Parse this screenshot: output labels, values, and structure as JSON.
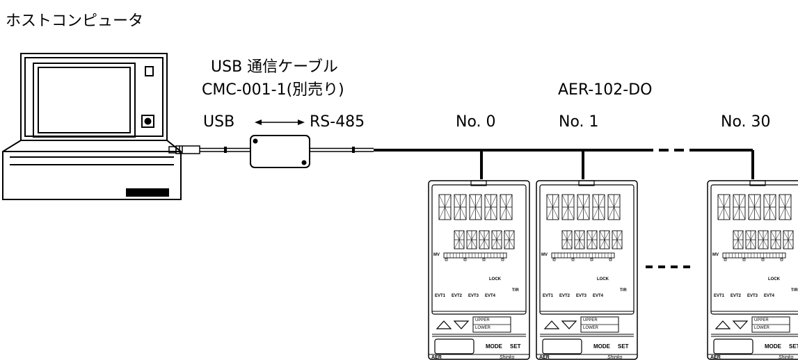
{
  "host_label": "ホストコンピュータ",
  "cable": {
    "line1": "USB 通信ケーブル",
    "line2": "CMC-001-1(別売り)",
    "usb": "USB",
    "rs485": "RS-485"
  },
  "model": "AER-102-DO",
  "units": [
    {
      "no": "No. 0"
    },
    {
      "no": "No. 1"
    },
    {
      "no": "No. 30"
    }
  ],
  "panel": {
    "mv": "MV",
    "lock": "LOCK",
    "tr": "T/R",
    "evt1": "EVT1",
    "evt2": "EVT2",
    "evt3": "EVT3",
    "evt4": "EVT4",
    "upper": "UPPER",
    "lower": "LOWER",
    "mode": "MODE",
    "set": "SET",
    "brand": "AER",
    "maker": "Shinko"
  }
}
